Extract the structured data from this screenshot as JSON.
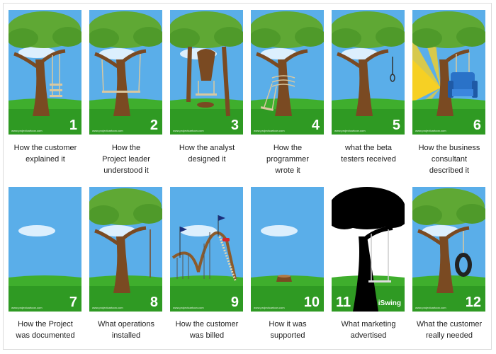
{
  "credit": "www.projectcartoon.com",
  "brand": "iSwing",
  "panels": [
    {
      "number": "1",
      "caption_lines": [
        "How the customer",
        "explained it"
      ]
    },
    {
      "number": "2",
      "caption_lines": [
        "How the",
        "Project leader",
        "understood it"
      ]
    },
    {
      "number": "3",
      "caption_lines": [
        "How the analyst",
        "designed it"
      ]
    },
    {
      "number": "4",
      "caption_lines": [
        "How the",
        "programmer",
        "wrote it"
      ]
    },
    {
      "number": "5",
      "caption_lines": [
        "what the beta",
        "testers received"
      ]
    },
    {
      "number": "6",
      "caption_lines": [
        "How the business",
        "consultant",
        "described it"
      ]
    },
    {
      "number": "7",
      "caption_lines": [
        "How the Project",
        "was documented"
      ]
    },
    {
      "number": "8",
      "caption_lines": [
        "What operations",
        "installed"
      ]
    },
    {
      "number": "9",
      "caption_lines": [
        "How the customer",
        "was billed"
      ]
    },
    {
      "number": "10",
      "caption_lines": [
        "How it was",
        "supported"
      ]
    },
    {
      "number": "11",
      "caption_lines": [
        "What marketing",
        "advertised"
      ]
    },
    {
      "number": "12",
      "caption_lines": [
        "What the customer",
        "really needed"
      ]
    }
  ],
  "colors": {
    "sky": "#5aaee9",
    "grass": "#2f9a23",
    "trunk": "#7a4a22",
    "leaves": "#5fa834",
    "text": "#222222"
  }
}
